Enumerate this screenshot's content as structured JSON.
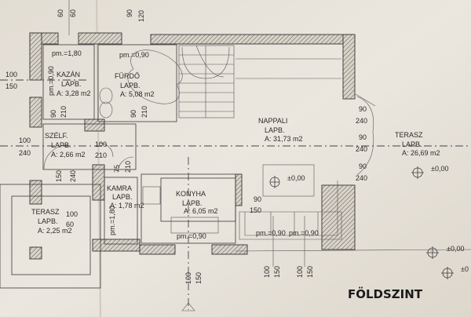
{
  "title": "FÖLDSZINT",
  "rooms": {
    "kazan": {
      "name": "KAZÁN",
      "floor": "LAPB.",
      "area": "A: 3,28 m2",
      "height": "pm.=1,80",
      "sill": "pm.=0,90"
    },
    "furdo": {
      "name": "FÜRDŐ",
      "floor": "LAPB.",
      "area": "A: 5,08 m2",
      "height": "pm.=0,90"
    },
    "szelf": {
      "name": "SZÉLF.",
      "floor": "LAPB.",
      "area": "A: 2,66 m2"
    },
    "terasz_left": {
      "name": "TERASZ",
      "floor": "LAPB.",
      "area": "A: 2,25 m2"
    },
    "kamra": {
      "name": "KAMRA",
      "floor": "LAPB.",
      "area": "A: 1,78 m2",
      "height": "pm.=1,80"
    },
    "konyha": {
      "name": "KONYHA",
      "floor": "LAPB.",
      "area": "A: 6,05 m2",
      "height": "pm.=0,90"
    },
    "nappali": {
      "name": "NAPPALI",
      "floor": "LAPB.",
      "area": "A: 31,73 m2",
      "sill1": "pm.=0,90",
      "sill2": "pm.=0,90"
    },
    "terasz_right": {
      "name": "TERASZ",
      "floor": "LAPB.",
      "area": "A: 26,69 m2"
    }
  },
  "dimensions": {
    "top": [
      "60",
      "60",
      "90",
      "120"
    ],
    "left_window": [
      "100",
      "150"
    ],
    "left_door": [
      "100",
      "240"
    ],
    "kazan_door": [
      "90",
      "210"
    ],
    "furdo_door": [
      "90",
      "210"
    ],
    "szelf_door": [
      "100",
      "210"
    ],
    "kamra_door": [
      "75",
      "210"
    ],
    "entry_door": [
      "150",
      "240"
    ],
    "terasz_left": [
      "100",
      "60"
    ],
    "konyha_window": [
      "100",
      "150"
    ],
    "terrace_doors": [
      "90",
      "240",
      "90",
      "240",
      "90",
      "240"
    ],
    "nappali_misc": [
      "90",
      "150"
    ],
    "bottom_windows": [
      "100",
      "150",
      "100",
      "150"
    ]
  },
  "levels": [
    "±0,00",
    "±0,00",
    "±0,00",
    "±0"
  ]
}
